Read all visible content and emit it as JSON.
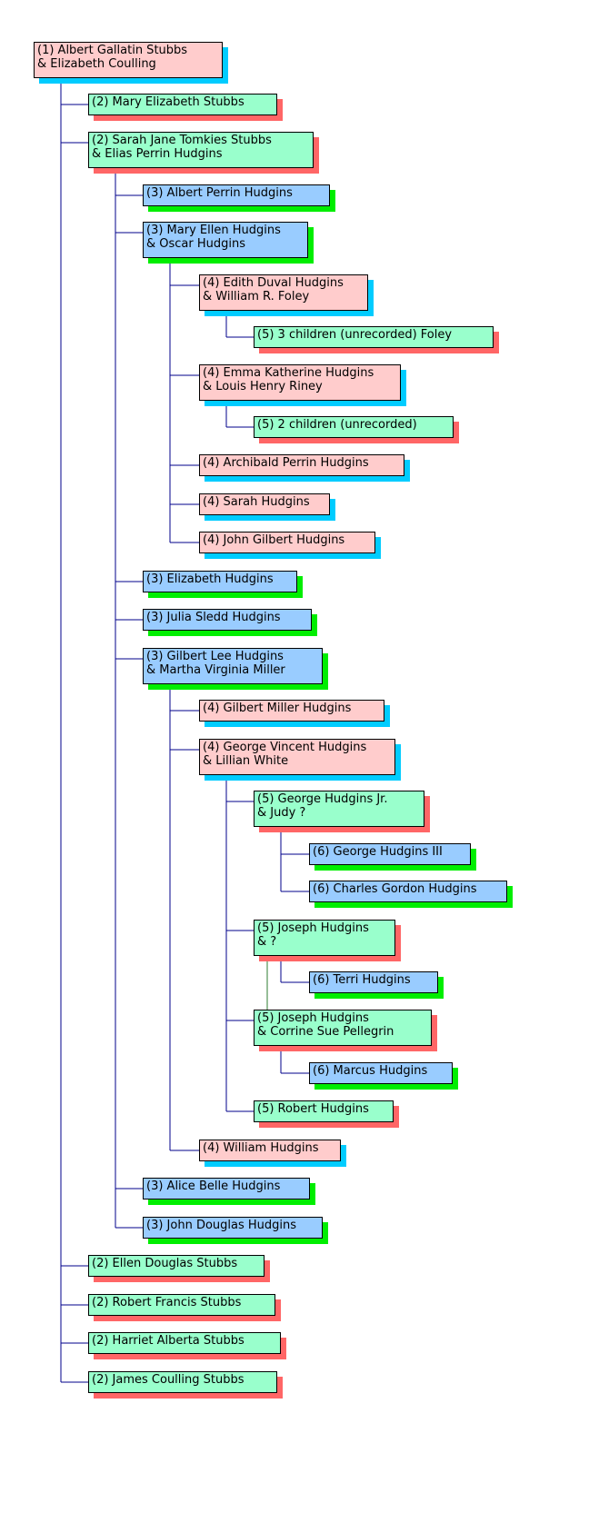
{
  "colors": {
    "tree_line": "#00008b",
    "spouse_line": "#2e7d32",
    "gen1_fill": "#ffcccc",
    "gen1_shadow": "#00ccff",
    "gen2_fill": "#99ffcc",
    "gen2_shadow": "#ff6666",
    "gen3_fill": "#99ccff",
    "gen3_shadow": "#00ee00"
  },
  "nodes": [
    {
      "id": "n1",
      "gen": 1,
      "parent": null,
      "lines": [
        "(1) Albert Gallatin Stubbs",
        "& Elizabeth Coulling"
      ]
    },
    {
      "id": "n2a",
      "gen": 2,
      "parent": "n1",
      "lines": [
        "(2) Mary Elizabeth Stubbs"
      ]
    },
    {
      "id": "n2b",
      "gen": 2,
      "parent": "n1",
      "lines": [
        "(2) Sarah Jane Tomkies Stubbs",
        "& Elias  Perrin Hudgins"
      ]
    },
    {
      "id": "n3a",
      "gen": 3,
      "parent": "n2b",
      "lines": [
        "(3) Albert Perrin Hudgins"
      ]
    },
    {
      "id": "n3b",
      "gen": 3,
      "parent": "n2b",
      "lines": [
        "(3) Mary Ellen Hudgins",
        "& Oscar Hudgins"
      ]
    },
    {
      "id": "n4a",
      "gen": 4,
      "parent": "n3b",
      "lines": [
        "(4) Edith Duval Hudgins",
        "& William R. Foley"
      ]
    },
    {
      "id": "n5a",
      "gen": 5,
      "parent": "n4a",
      "lines": [
        "(5) 3 children (unrecorded) Foley"
      ]
    },
    {
      "id": "n4b",
      "gen": 4,
      "parent": "n3b",
      "lines": [
        "(4) Emma Katherine Hudgins",
        "& Louis Henry Riney"
      ]
    },
    {
      "id": "n5b",
      "gen": 5,
      "parent": "n4b",
      "lines": [
        "(5) 2 children (unrecorded)"
      ]
    },
    {
      "id": "n4c",
      "gen": 4,
      "parent": "n3b",
      "lines": [
        "(4) Archibald Perrin Hudgins"
      ]
    },
    {
      "id": "n4d",
      "gen": 4,
      "parent": "n3b",
      "lines": [
        "(4) Sarah Hudgins"
      ]
    },
    {
      "id": "n4e",
      "gen": 4,
      "parent": "n3b",
      "lines": [
        "(4) John Gilbert Hudgins"
      ]
    },
    {
      "id": "n3c",
      "gen": 3,
      "parent": "n2b",
      "lines": [
        "(3) Elizabeth Hudgins"
      ]
    },
    {
      "id": "n3d",
      "gen": 3,
      "parent": "n2b",
      "lines": [
        "(3) Julia Sledd Hudgins"
      ]
    },
    {
      "id": "n3e",
      "gen": 3,
      "parent": "n2b",
      "lines": [
        "(3) Gilbert Lee Hudgins",
        "& Martha Virginia Miller"
      ]
    },
    {
      "id": "n4f",
      "gen": 4,
      "parent": "n3e",
      "lines": [
        "(4) Gilbert Miller Hudgins"
      ]
    },
    {
      "id": "n4g",
      "gen": 4,
      "parent": "n3e",
      "lines": [
        "(4) George Vincent Hudgins",
        "& Lillian White"
      ]
    },
    {
      "id": "n5c",
      "gen": 5,
      "parent": "n4g",
      "lines": [
        "(5) George Hudgins Jr.",
        "& Judy  ?"
      ]
    },
    {
      "id": "n6a",
      "gen": 6,
      "parent": "n5c",
      "lines": [
        "(6) George Hudgins III"
      ]
    },
    {
      "id": "n6b",
      "gen": 6,
      "parent": "n5c",
      "lines": [
        "(6) Charles Gordon Hudgins"
      ]
    },
    {
      "id": "n5d",
      "gen": 5,
      "parent": "n4g",
      "lines": [
        "(5) Joseph Hudgins",
        "& ?"
      ]
    },
    {
      "id": "n6c",
      "gen": 6,
      "parent": "n5d",
      "lines": [
        "(6) Terri Hudgins"
      ]
    },
    {
      "id": "n5e",
      "gen": 5,
      "parent": "n4g",
      "lines": [
        "(5) Joseph Hudgins",
        "& Corrine Sue Pellegrin"
      ]
    },
    {
      "id": "n6d",
      "gen": 6,
      "parent": "n5e",
      "lines": [
        "(6) Marcus Hudgins"
      ]
    },
    {
      "id": "n5f",
      "gen": 5,
      "parent": "n4g",
      "lines": [
        "(5) Robert Hudgins"
      ]
    },
    {
      "id": "n4h",
      "gen": 4,
      "parent": "n3e",
      "lines": [
        "(4) William Hudgins"
      ]
    },
    {
      "id": "n3f",
      "gen": 3,
      "parent": "n2b",
      "lines": [
        "(3) Alice Belle Hudgins"
      ]
    },
    {
      "id": "n3g",
      "gen": 3,
      "parent": "n2b",
      "lines": [
        "(3) John Douglas Hudgins"
      ]
    },
    {
      "id": "n2c",
      "gen": 2,
      "parent": "n1",
      "lines": [
        "(2) Ellen Douglas Stubbs"
      ]
    },
    {
      "id": "n2d",
      "gen": 2,
      "parent": "n1",
      "lines": [
        "(2) Robert Francis Stubbs"
      ]
    },
    {
      "id": "n2e",
      "gen": 2,
      "parent": "n1",
      "lines": [
        "(2) Harriet Alberta Stubbs"
      ]
    },
    {
      "id": "n2f",
      "gen": 2,
      "parent": "n1",
      "lines": [
        "(2) James Coulling Stubbs"
      ]
    }
  ],
  "spouse_links": [
    {
      "from": "n5d",
      "to": "n5e"
    }
  ]
}
